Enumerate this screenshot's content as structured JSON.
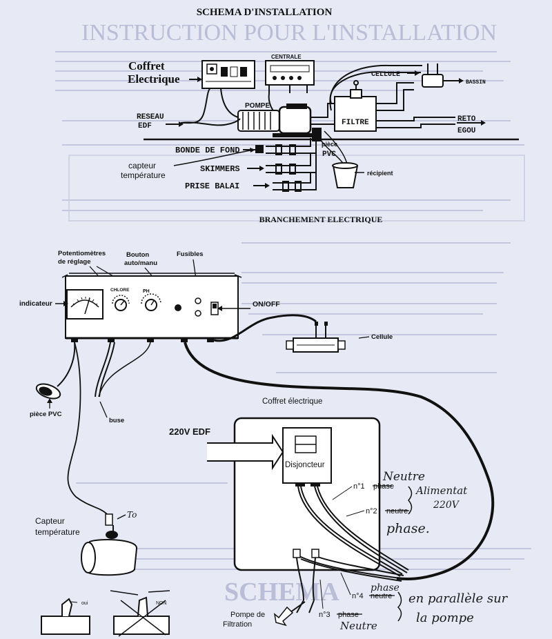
{
  "background_text": {
    "large_title": "INSTRUCTION POUR L'INSTALLATION",
    "bottom_title": "SCHEMA"
  },
  "top": {
    "title": "SCHEMA D'INSTALLATION",
    "coffret": "Coffret",
    "electrique": "Electrique",
    "centrale": "CENTRALE",
    "pompe": "POMPE",
    "cellule": "CELLULE",
    "bassin": "BASSIN",
    "reseau": "RESEAU",
    "edf": "EDF",
    "filtre": "FILTRE",
    "reto": "RETO",
    "egou": "EGOU",
    "bonde": "BONDE DE FOND",
    "piece": "pièce",
    "pvc": "PVC",
    "capteur": "capteur",
    "temperature": "température",
    "skimmers": "SKIMMERS",
    "recipient": "récipient",
    "prise_balai": "PRISE BALAI"
  },
  "bottom": {
    "title": "BRANCHEMENT ELECTRIQUE",
    "potentiometres": "Potentiomètres",
    "de_reglage": "de réglage",
    "bouton": "Bouton",
    "auto_manu": "auto/manu",
    "fusibles": "Fusibles",
    "chlore": "CHLORE",
    "ph": "PH",
    "indicateur": "indicateur",
    "on_off": "ON/OFF",
    "cellule": "Cellule",
    "piece_pvc": "pièce PVC",
    "buse": "buse",
    "coffret_electrique": "Coffret électrique",
    "edf_220": "220V EDF",
    "disjoncteur": "Disjoncteur",
    "n1": "n°1",
    "phase": "phase",
    "n2": "n°2",
    "neutre": "neutre",
    "n4": "n°4",
    "n3": "n°3",
    "capteur": "Capteur",
    "temperature": "température",
    "to": "To",
    "oui": "oui",
    "non": "NON",
    "pompe_de": "Pompe de",
    "filtration": "Filtration"
  },
  "handwriting": {
    "neutre": "Neutre",
    "alimentation": "Alimentat",
    "v220": "220V",
    "phase": "phase.",
    "phase2": "phase",
    "parallele": "en parallèle sur",
    "la_pompe": "la pompe",
    "neutre2": "Neutre"
  }
}
